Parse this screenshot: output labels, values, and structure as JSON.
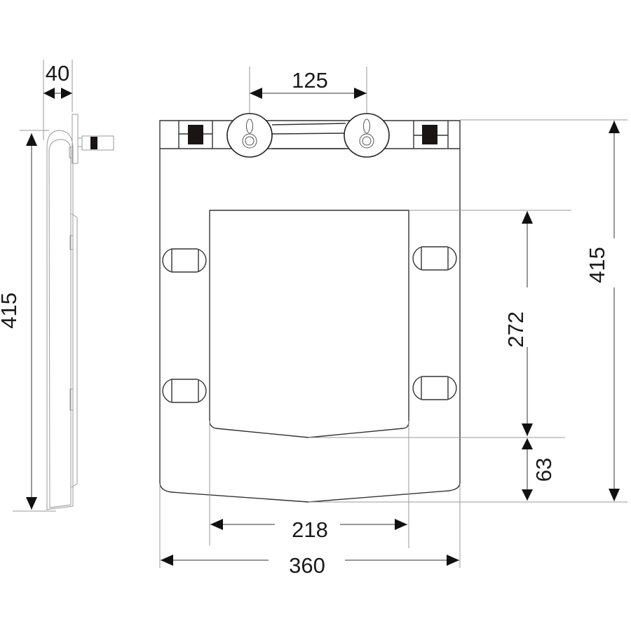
{
  "diagram": {
    "type": "technical-dimension-drawing",
    "subject": "toilet seat (side view and top view)",
    "units": "mm (implied)",
    "side_view": {
      "dimensions": {
        "thickness": "40",
        "length": "415"
      }
    },
    "top_view": {
      "dimensions": {
        "hinge_spacing": "125",
        "total_length": "415",
        "opening_length": "272",
        "front_rim_depth": "63",
        "opening_width": "218",
        "total_width": "360"
      },
      "features": {
        "hinges": 2,
        "bumpers": 4,
        "hinge_blocks": 2
      }
    },
    "colors": {
      "line": "#333333",
      "extension_line": "#9a9a9a",
      "fill_block": "#1a1414",
      "background": "#ffffff"
    }
  }
}
